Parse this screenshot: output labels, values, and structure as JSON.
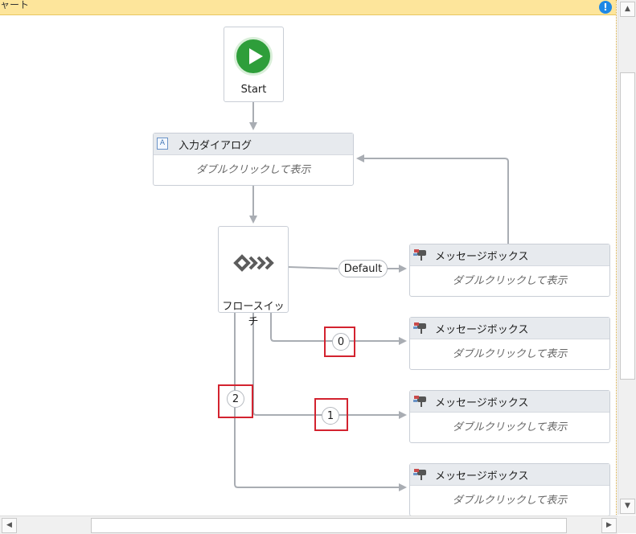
{
  "header": {
    "title": "ャート",
    "warning_icon": "info-icon"
  },
  "flow": {
    "start_label": "Start",
    "input_dialog": {
      "name": "入力ダイアログ",
      "hint": "ダブルクリックして表示"
    },
    "flow_switch_label": "フロースイッチ",
    "message_boxes": [
      {
        "name": "メッセージボックス",
        "hint": "ダブルクリックして表示"
      },
      {
        "name": "メッセージボックス",
        "hint": "ダブルクリックして表示"
      },
      {
        "name": "メッセージボックス",
        "hint": "ダブルクリックして表示"
      },
      {
        "name": "メッセージボックス",
        "hint": "ダブルクリックして表示"
      }
    ],
    "case_labels": {
      "default": "Default",
      "case_0": "0",
      "case_1": "1",
      "case_2": "2"
    }
  },
  "colors": {
    "highlight": "#d3232f",
    "header_bg": "#fde59b",
    "start_green": "#2e9e3a",
    "wire": "#a9adb3"
  }
}
